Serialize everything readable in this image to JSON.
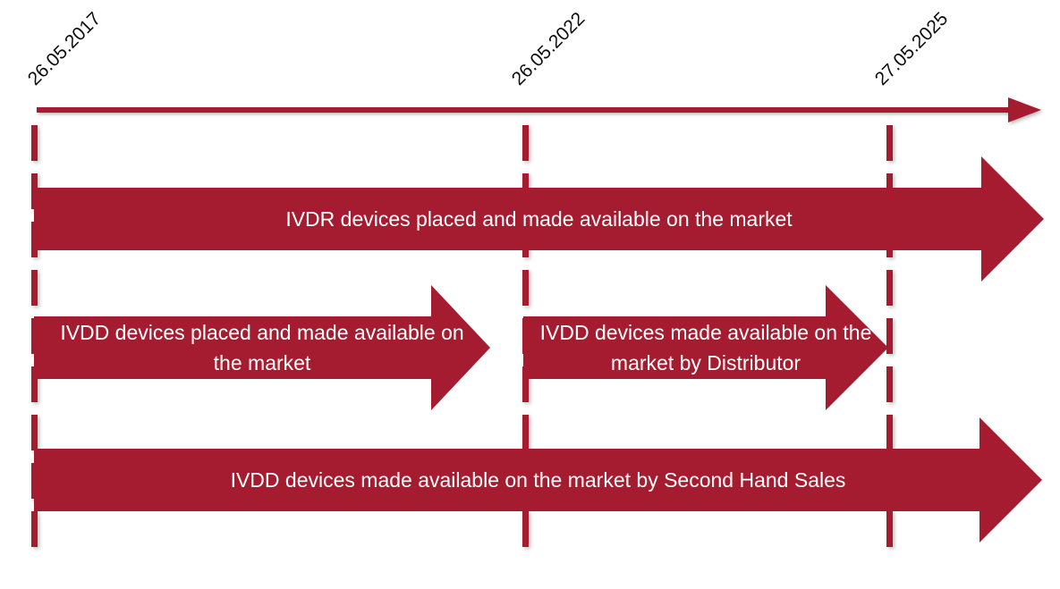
{
  "timeline": {
    "accent_color": "#A51C30",
    "label_text_color": "#FFFFFF",
    "dates": [
      "26.05.2017",
      "26.05.2022",
      "27.05.2025"
    ],
    "arrows": [
      {
        "label": "IVDR devices placed and made available on the market",
        "start": "26.05.2017",
        "end": "beyond 27.05.2025"
      },
      {
        "label": "IVDD devices placed and made available on the market",
        "start": "26.05.2017",
        "end": "26.05.2022"
      },
      {
        "label": "IVDD devices made available on the market by Distributor",
        "start": "26.05.2022",
        "end": "27.05.2025"
      },
      {
        "label": "IVDD devices made available on the market by Second Hand Sales",
        "start": "26.05.2017",
        "end": "beyond 27.05.2025"
      }
    ]
  }
}
